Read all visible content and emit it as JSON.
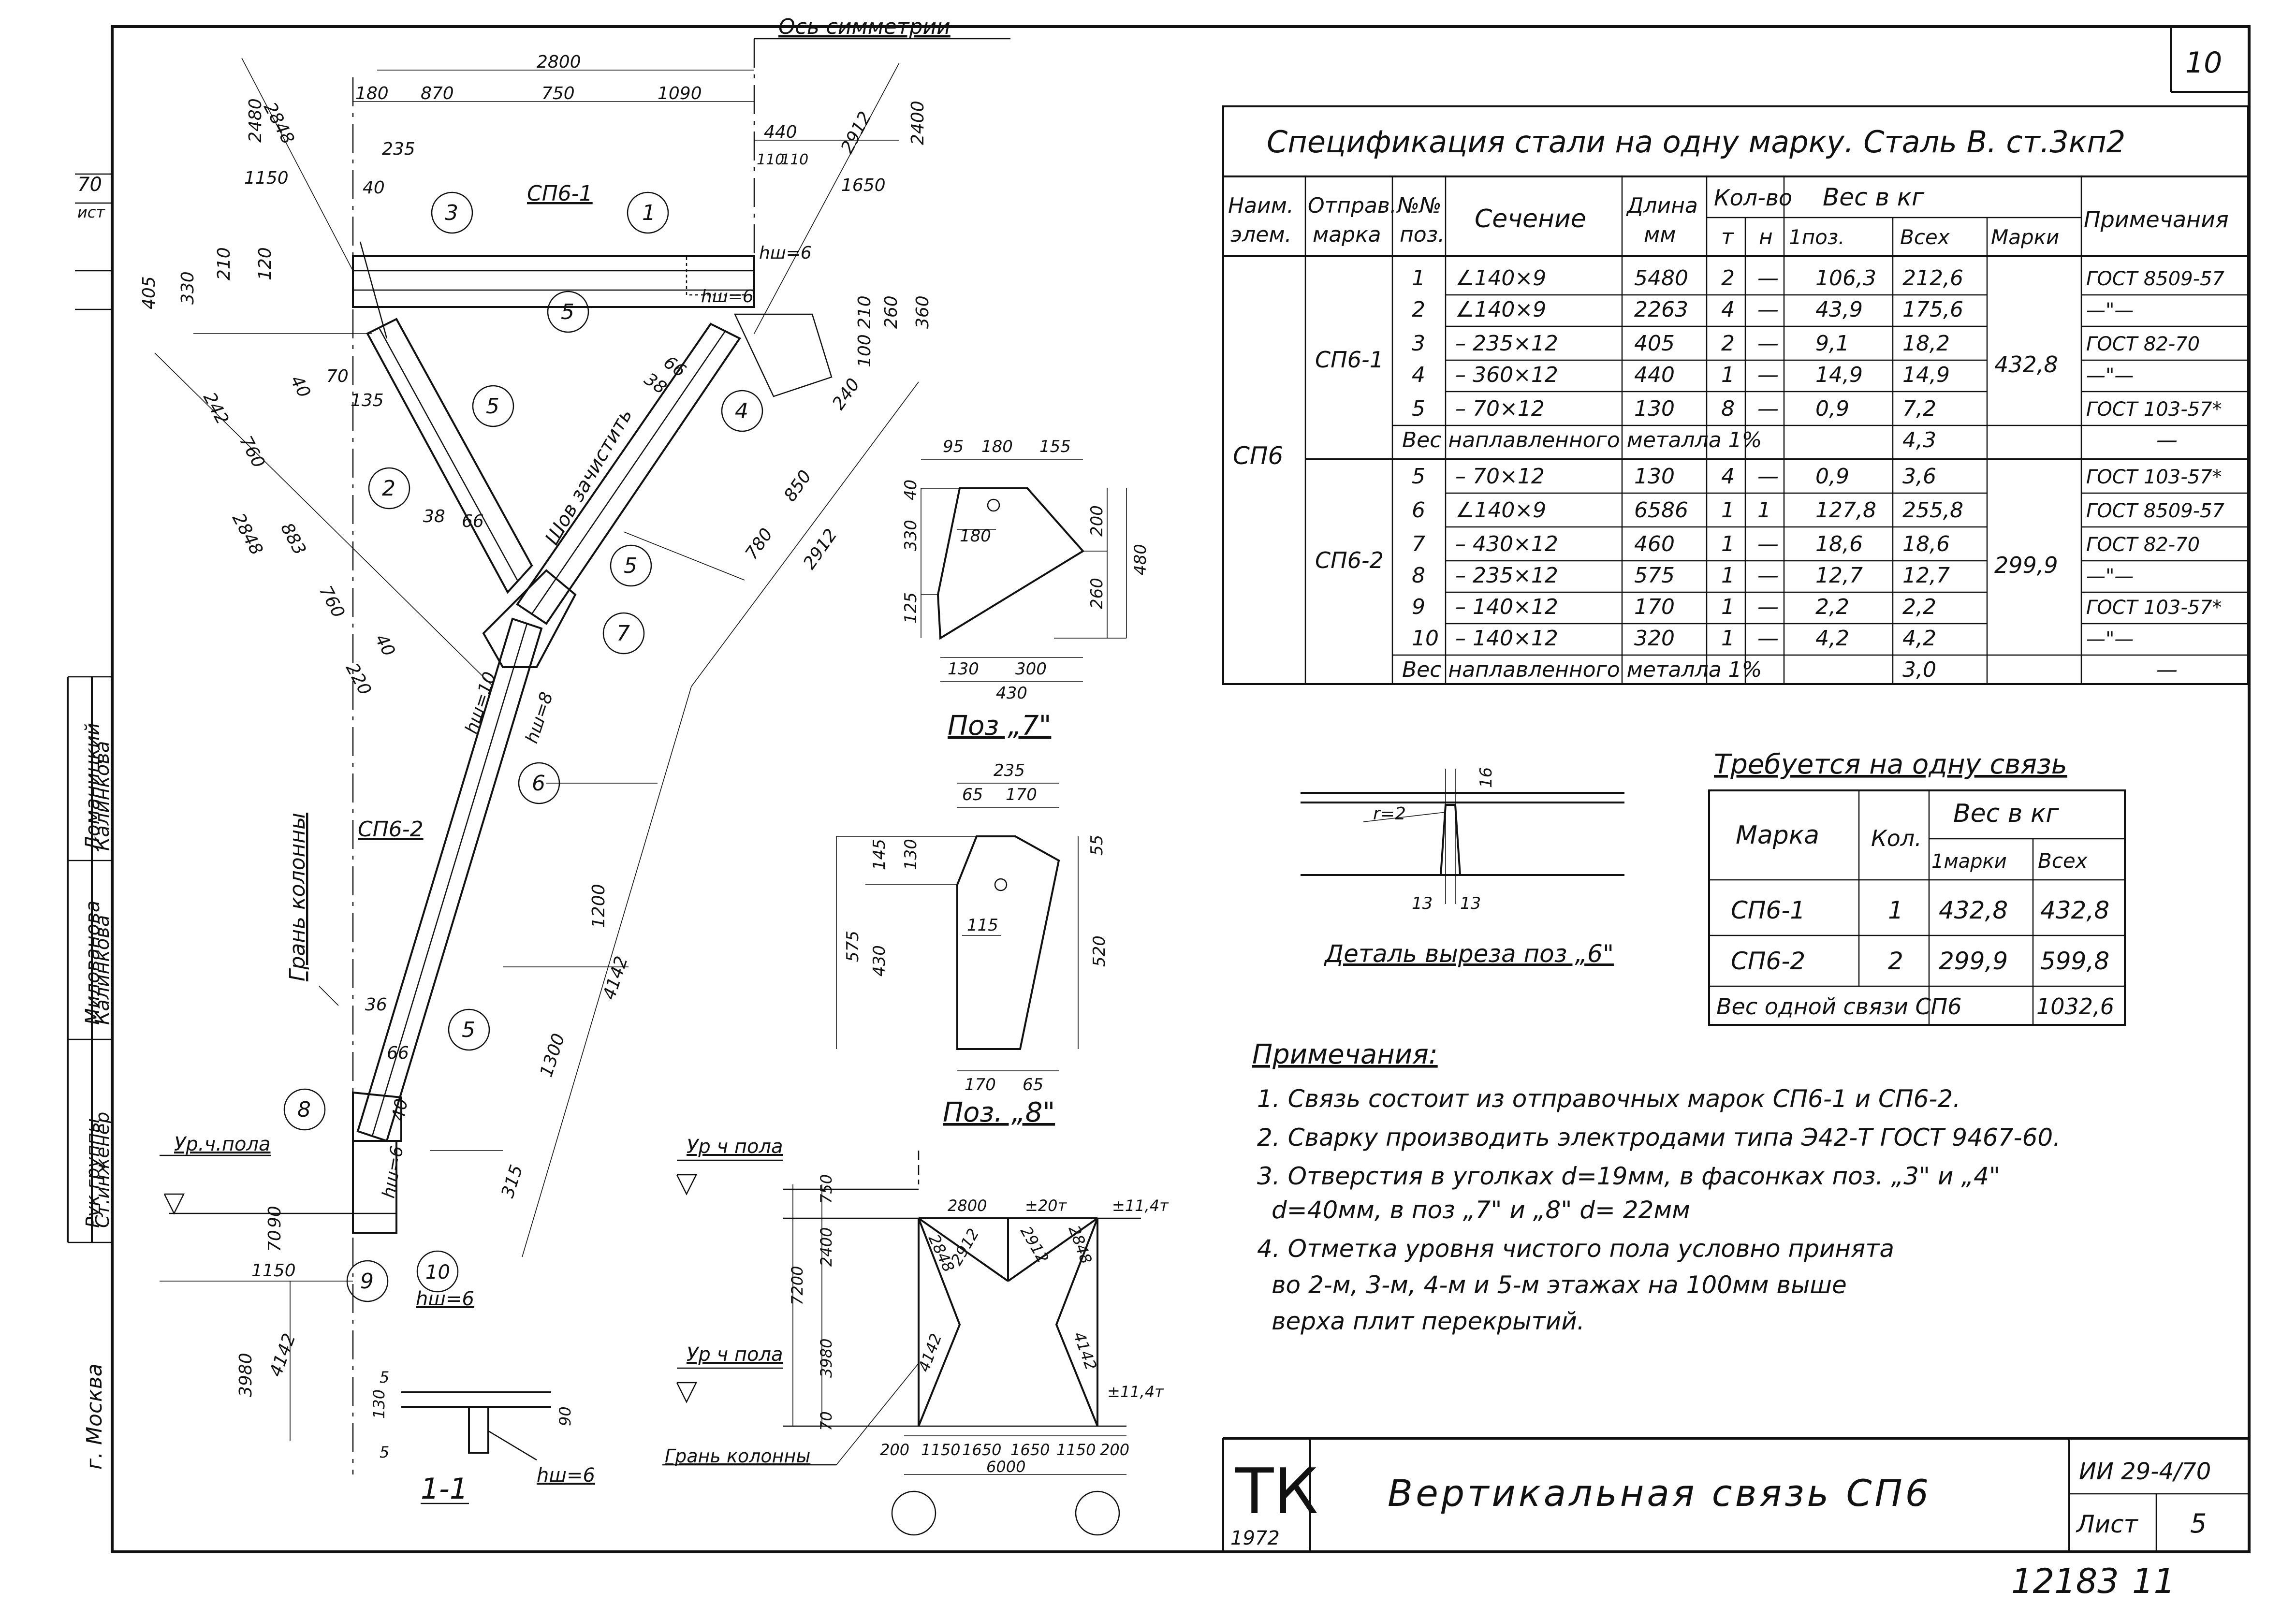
{
  "sheet": {
    "sheet_no": "10",
    "stamp_code": "ТК",
    "stamp_year": "1972",
    "title": "Вертикальная связь СП6",
    "series": "ИИ 29-4/70",
    "list_label": "Лист",
    "list_no": "5",
    "archive_no": "12183",
    "archive_sub": "11",
    "city": "г. Москва",
    "stamp_left_top": "70",
    "stamp_left_top2": "ист"
  },
  "spec": {
    "title": "Спецификация стали на одну марку. Сталь В. ст.3кп2",
    "headers": {
      "name": "Наим. элем.",
      "mark": "Отправ. марка",
      "pos": "№№ поз.",
      "section": "Сечение",
      "length": "Длина мм",
      "qty": "Кол-во",
      "qty_t": "т",
      "qty_n": "н",
      "weight": "Вес в кг",
      "w1": "1поз.",
      "wall": "Всех",
      "wmark": "Марки",
      "note": "Примечания"
    },
    "element": "СП6",
    "groups": [
      {
        "mark": "СП6-1",
        "mark_weight": "432,8",
        "rows": [
          {
            "pos": "1",
            "section": "∠140×9",
            "len": "5480",
            "t": "2",
            "n": "—",
            "w1": "106,3",
            "wall": "212,6",
            "note": "ГОСТ 8509-57"
          },
          {
            "pos": "2",
            "section": "∠140×9",
            "len": "2263",
            "t": "4",
            "n": "—",
            "w1": "43,9",
            "wall": "175,6",
            "note": "—\"—"
          },
          {
            "pos": "3",
            "section": "– 235×12",
            "len": "405",
            "t": "2",
            "n": "—",
            "w1": "9,1",
            "wall": "18,2",
            "note": "ГОСТ 82-70"
          },
          {
            "pos": "4",
            "section": "– 360×12",
            "len": "440",
            "t": "1",
            "n": "—",
            "w1": "14,9",
            "wall": "14,9",
            "note": "—\"—"
          },
          {
            "pos": "5",
            "section": "– 70×12",
            "len": "130",
            "t": "8",
            "n": "—",
            "w1": "0,9",
            "wall": "7,2",
            "note": "ГОСТ 103-57*"
          }
        ],
        "weld_label": "Вес наплавленного металла 1%",
        "weld_value": "4,3",
        "weld_note": "—"
      },
      {
        "mark": "СП6-2",
        "mark_weight": "299,9",
        "rows": [
          {
            "pos": "5",
            "section": "– 70×12",
            "len": "130",
            "t": "4",
            "n": "—",
            "w1": "0,9",
            "wall": "3,6",
            "note": "ГОСТ 103-57*"
          },
          {
            "pos": "6",
            "section": "∠140×9",
            "len": "6586",
            "t": "1",
            "n": "1",
            "w1": "127,8",
            "wall": "255,8",
            "note": "ГОСТ 8509-57"
          },
          {
            "pos": "7",
            "section": "– 430×12",
            "len": "460",
            "t": "1",
            "n": "—",
            "w1": "18,6",
            "wall": "18,6",
            "note": "ГОСТ 82-70"
          },
          {
            "pos": "8",
            "section": "– 235×12",
            "len": "575",
            "t": "1",
            "n": "—",
            "w1": "12,7",
            "wall": "12,7",
            "note": "—\"—"
          },
          {
            "pos": "9",
            "section": "– 140×12",
            "len": "170",
            "t": "1",
            "n": "—",
            "w1": "2,2",
            "wall": "2,2",
            "note": "ГОСТ 103-57*"
          },
          {
            "pos": "10",
            "section": "– 140×12",
            "len": "320",
            "t": "1",
            "n": "—",
            "w1": "4,2",
            "wall": "4,2",
            "note": "—\"—"
          }
        ],
        "weld_label": "Вес наплавленного металла 1%",
        "weld_value": "3,0",
        "weld_note": "—"
      }
    ]
  },
  "required": {
    "title": "Требуется на одну связь",
    "h_mark": "Марка",
    "h_qty": "Кол.",
    "h_weight": "Вес в кг",
    "h_w1": "1марки",
    "h_wall": "Всех",
    "rows": [
      {
        "mark": "СП6-1",
        "qty": "1",
        "w1": "432,8",
        "wall": "432,8"
      },
      {
        "mark": "СП6-2",
        "qty": "2",
        "w1": "299,9",
        "wall": "599,8"
      }
    ],
    "total_label": "Вес одной связи СП6",
    "total_value": "1032,6"
  },
  "notes": {
    "title": "Примечания:",
    "items": [
      "1. Связь состоит из отправочных марок СП6-1 и СП6-2.",
      "2. Сварку производить электродами типа Э42-Т ГОСТ 9467-60.",
      "3. Отверстия в уголках d=19мм, в фасонках поз. „3\" и „4\"",
      "d=40мм, в поз „7\" и „8\" d= 22мм",
      "4. Отметка уровня чистого пола условно принята",
      "во 2-м, 3-м, 4-м и 5-м этажах на 100мм выше",
      "верха плит перекрытий."
    ]
  },
  "labels": {
    "axis_sym": "Ось симметрии",
    "sp61": "СП6-1",
    "sp62": "СП6-2",
    "col_face": "Грань колонны",
    "col_face2": "Грань колонны",
    "floor1": "Ур.ч.пола",
    "floor2": "Ур ч пола",
    "floor3": "Ур ч пола",
    "weld_clean": "Шов зачистить",
    "pos7": "Поз „7\"",
    "pos8": "Поз. „8\"",
    "detail6": "Деталь выреза поз „6\"",
    "section11": "1-1",
    "hw6": "hш=6",
    "hw10": "hш=10",
    "hw8": "hш=8",
    "r2": "r=2",
    "dims_top": [
      "2800",
      "180",
      "870",
      "750",
      "1090",
      "440",
      "110",
      "110",
      "1650",
      "235",
      "40",
      "1150",
      "2912",
      "2400",
      "2480",
      "2848"
    ],
    "dims_left": [
      "405",
      "330",
      "210",
      "120",
      "210",
      "260",
      "360",
      "100",
      "242",
      "760",
      "2848",
      "883",
      "760",
      "220",
      "40",
      "40",
      "90",
      "70",
      "1150",
      "3980",
      "4142"
    ],
    "dims_mid": [
      "850",
      "780",
      "2912",
      "240",
      "66",
      "38",
      "1200",
      "4142",
      "1300",
      "315",
      "135",
      "70",
      "66",
      "38",
      "36",
      "66",
      "40"
    ],
    "pos7_dims": [
      "95",
      "180",
      "155",
      "40",
      "330",
      "180",
      "200",
      "480",
      "260",
      "125",
      "130",
      "300",
      "430"
    ],
    "pos8_dims": [
      "235",
      "65",
      "170",
      "145",
      "130",
      "55",
      "575",
      "430",
      "115",
      "520",
      "170",
      "65"
    ],
    "detail_dims": [
      "16",
      "13",
      "13"
    ],
    "sec_dims": [
      "5",
      "130",
      "5",
      "90"
    ],
    "scheme_dims": [
      "2800",
      "±20т",
      "±11,4т",
      "750",
      "2400",
      "7200",
      "3980",
      "70",
      "2848",
      "2912",
      "2912",
      "2848",
      "4142",
      "4142",
      "±11,4т",
      "200",
      "1150",
      "1650",
      "1650",
      "1150",
      "200",
      "6000"
    ]
  }
}
